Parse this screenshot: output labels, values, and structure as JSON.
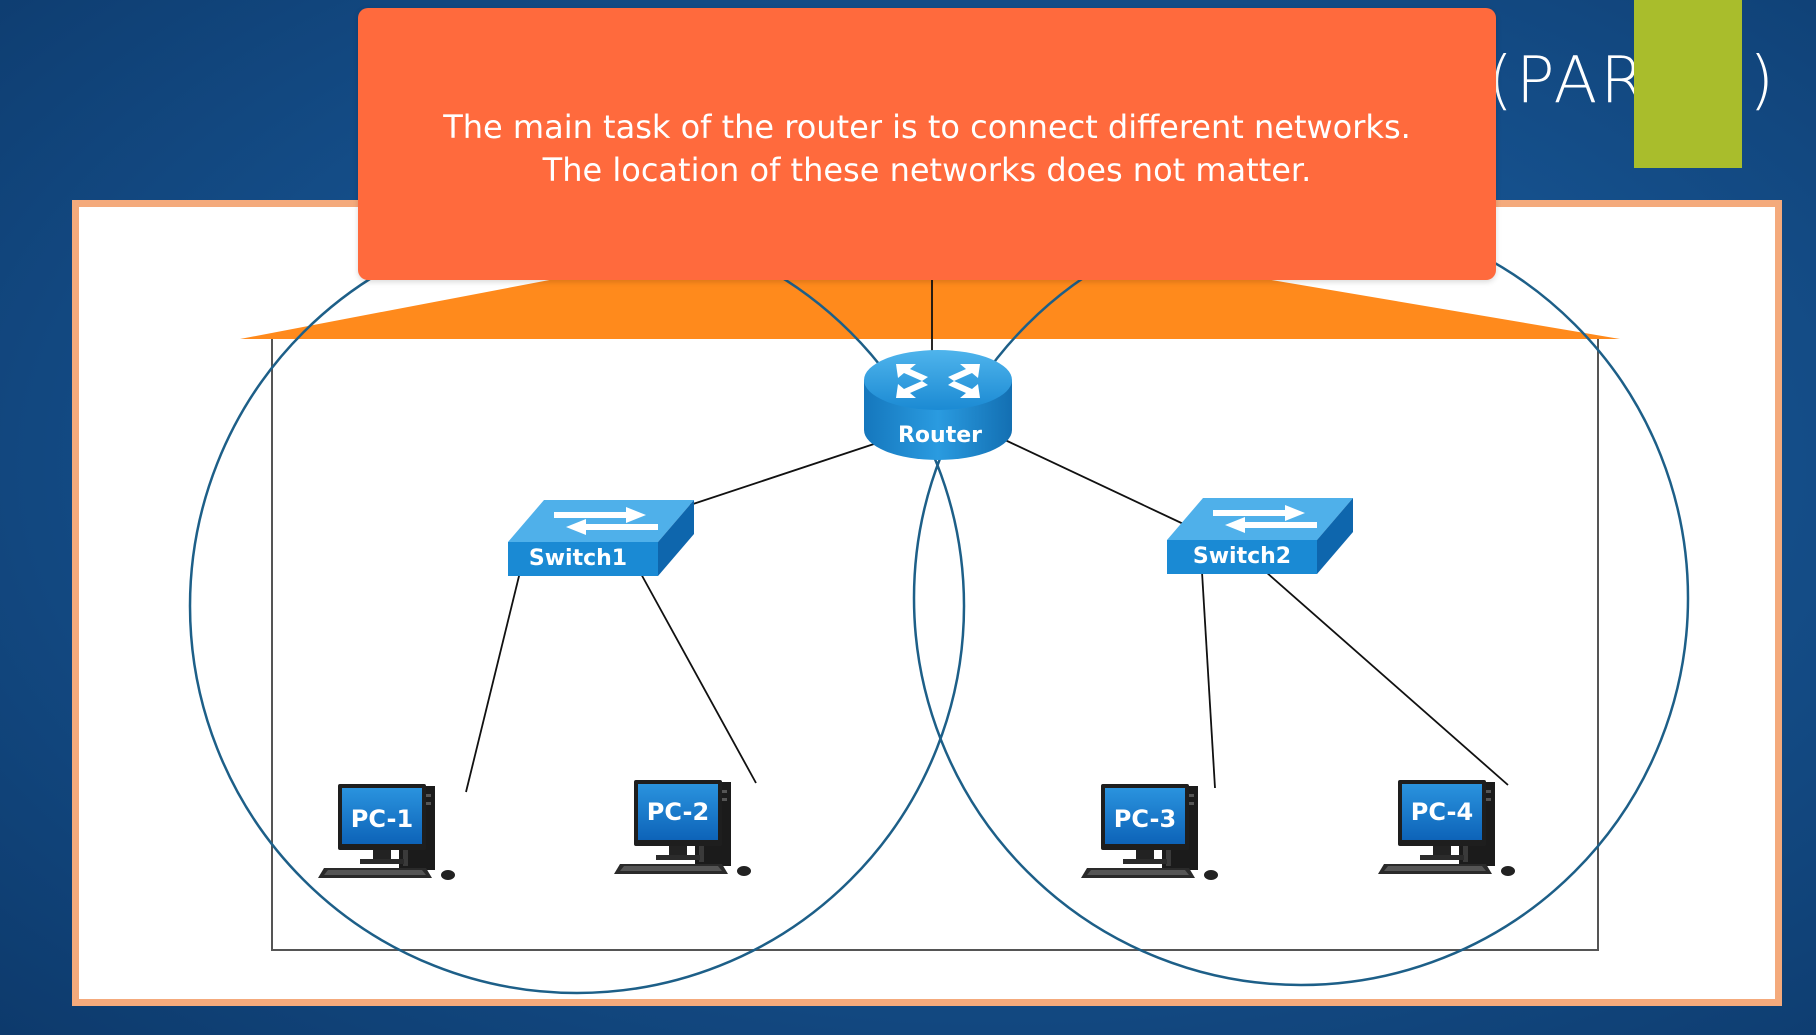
{
  "slide": {
    "title_suffix": "(PART-2)"
  },
  "callout": {
    "text": "The main task of the router is to connect different networks.\nThe location of these networks does not matter."
  },
  "devices": {
    "router": "Router",
    "switch1": "Switch1",
    "switch2": "Switch2",
    "pc1": "PC-1",
    "pc2": "PC-2",
    "pc3": "PC-3",
    "pc4": "PC-4"
  },
  "colors": {
    "background": "#16528f",
    "callout": "#ff6a3d",
    "callout_wedge": "#ff8a1c",
    "panel_border": "#f4aa7c",
    "accent_green": "#a9bd2c",
    "device_blue": "#1a8ad4",
    "network_circle": "#1d5f88"
  }
}
